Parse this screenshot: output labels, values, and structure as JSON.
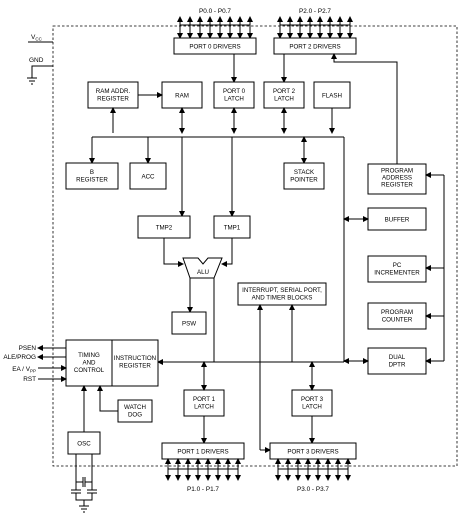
{
  "pins": {
    "p0": "P0.0 - P0.7",
    "p2": "P2.0 - P2.7",
    "p1": "P1.0 - P1.7",
    "p3": "P3.0 - P3.7",
    "vcc": "V",
    "vcc_sub": "CC",
    "gnd": "GND",
    "psen": "PSEN",
    "ale": "ALE/PROG",
    "ea": "EA / V",
    "ea_sub": "PP",
    "rst": "RST"
  },
  "blocks": {
    "port0_drivers": "PORT 0 DRIVERS",
    "port2_drivers": "PORT 2 DRIVERS",
    "ram_addr_l1": "RAM ADDR.",
    "ram_addr_l2": "REGISTER",
    "ram": "RAM",
    "port0_latch_l1": "PORT 0",
    "port0_latch_l2": "LATCH",
    "port2_latch_l1": "PORT 2",
    "port2_latch_l2": "LATCH",
    "flash": "FLASH",
    "b_reg_l1": "B",
    "b_reg_l2": "REGISTER",
    "acc": "ACC",
    "stack_l1": "STACK",
    "stack_l2": "POINTER",
    "pa_reg_l1": "PROGRAM",
    "pa_reg_l2": "ADDRESS",
    "pa_reg_l3": "REGISTER",
    "buffer": "BUFFER",
    "pc_inc_l1": "PC",
    "pc_inc_l2": "INCREMENTER",
    "prog_counter_l1": "PROGRAM",
    "prog_counter_l2": "COUNTER",
    "dual_dptr_l1": "DUAL",
    "dual_dptr_l2": "DPTR",
    "tmp2": "TMP2",
    "tmp1": "TMP1",
    "alu": "ALU",
    "interrupt_l1": "INTERRUPT, SERIAL PORT,",
    "interrupt_l2": "AND TIMER BLOCKS",
    "psw": "PSW",
    "timing_l1": "TIMING",
    "timing_l2": "AND",
    "timing_l3": "CONTROL",
    "instr_l1": "INSTRUCTION",
    "instr_l2": "REGISTER",
    "watchdog_l1": "WATCH",
    "watchdog_l2": "DOG",
    "port1_latch_l1": "PORT 1",
    "port1_latch_l2": "LATCH",
    "port3_latch_l1": "PORT 3",
    "port3_latch_l2": "LATCH",
    "osc": "OSC",
    "port1_drivers": "PORT 1 DRIVERS",
    "port3_drivers": "PORT 3 DRIVERS"
  }
}
